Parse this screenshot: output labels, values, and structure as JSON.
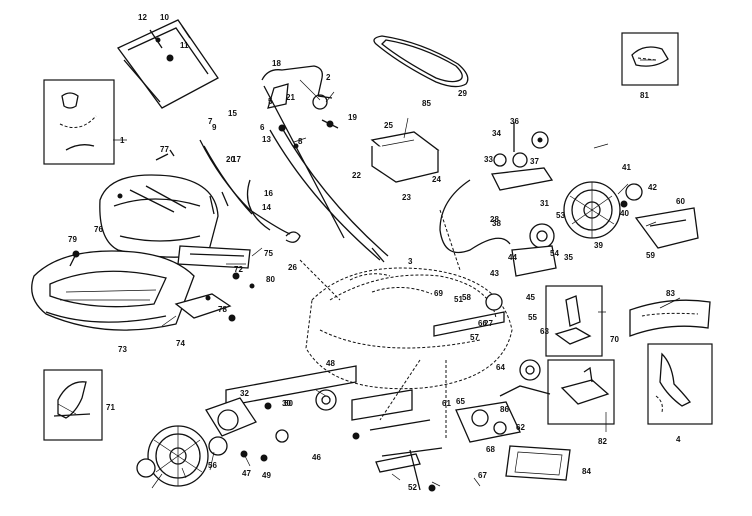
{
  "labels": [
    "1",
    "2",
    "3",
    "4",
    "5",
    "6",
    "7",
    "8",
    "9",
    "10",
    "11",
    "12",
    "13",
    "14",
    "15",
    "16",
    "17",
    "18",
    "19",
    "20",
    "21",
    "22",
    "23",
    "24",
    "25",
    "26",
    "27",
    "28",
    "29",
    "30",
    "31",
    "32",
    "33",
    "34",
    "35",
    "36",
    "37",
    "38",
    "39",
    "40",
    "41",
    "42",
    "43",
    "44",
    "45",
    "46",
    "47",
    "48",
    "49",
    "50",
    "51",
    "52",
    "53",
    "54",
    "55",
    "56",
    "57",
    "58",
    "59",
    "60",
    "61",
    "62",
    "63",
    "64",
    "65",
    "66",
    "67",
    "68",
    "69",
    "70",
    "71",
    "72",
    "73",
    "74",
    "75",
    "76",
    "77",
    "78",
    "79",
    "80",
    "81",
    "82",
    "83",
    "84",
    "85",
    "86"
  ],
  "colors": {
    "ink": "#111111",
    "paper": "#ffffff"
  }
}
